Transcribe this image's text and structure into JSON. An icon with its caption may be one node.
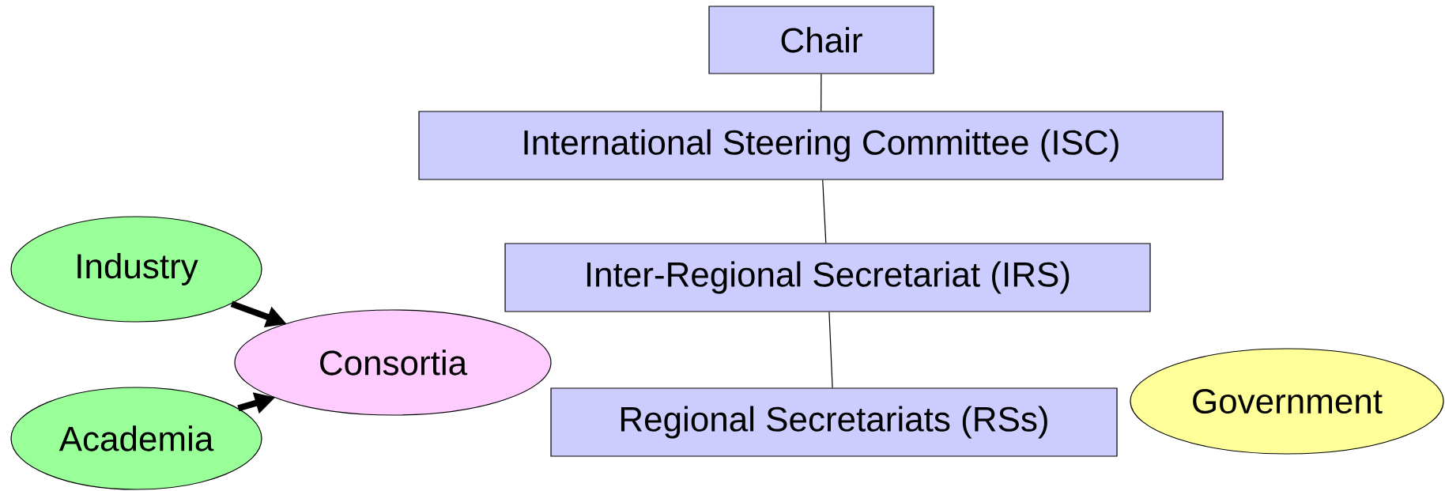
{
  "diagram": {
    "nodes": [
      {
        "text": [
          "Chair"
        ]
      },
      {
        "text": [
          "International Steering Committee (ISC)"
        ]
      },
      {
        "text": [
          "Inter-Regional Secretariat (IRS)"
        ]
      },
      {
        "text": [
          "Regional Secretariats (RSs)"
        ]
      },
      {
        "text": [
          "Industry"
        ]
      },
      {
        "text": [
          "Consortia"
        ]
      },
      {
        "text": [
          "Academia"
        ]
      },
      {
        "text": [
          "Government"
        ]
      }
    ],
    "edges": [
      {
        "from": 0,
        "to": 1,
        "arrow": "none"
      },
      {
        "from": 1,
        "to": 2,
        "arrow": "none"
      },
      {
        "from": 2,
        "to": 3,
        "arrow": "none"
      },
      {
        "from": 4,
        "to": 5,
        "arrow": "to",
        "style": "thick"
      },
      {
        "from": 6,
        "to": 5,
        "arrow": "to",
        "style": "thick"
      }
    ]
  }
}
